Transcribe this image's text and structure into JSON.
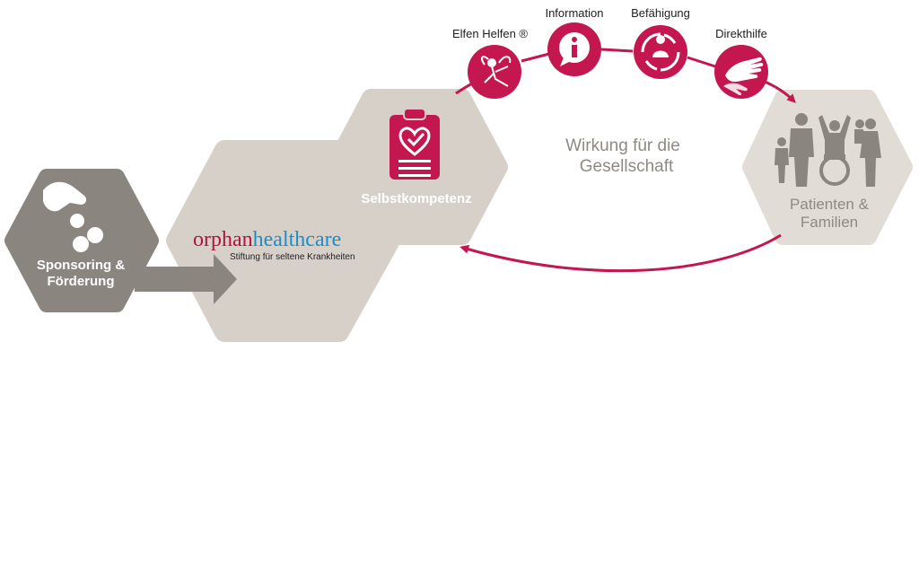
{
  "colors": {
    "accent": "#c4164f",
    "hex_dark": "#8b8580",
    "hex_light": "#d6d0c9",
    "arrow": "#8b8580",
    "logo_orphan": "#b3123f",
    "logo_health": "#1a8ec9",
    "text_gray": "#8e8983"
  },
  "nodes": {
    "sponsoring": {
      "line1": "Sponsoring &",
      "line2": "Förderung",
      "icon": "coins-hand-icon"
    },
    "orphan": {
      "logo_part1": "orphan",
      "logo_part2": "healthcare",
      "tagline": "Stiftung für seltene Krankheiten"
    },
    "selbst": {
      "label": "Selbstkompetenz",
      "icon": "clipboard-heart-icon"
    },
    "patienten": {
      "line1": "Patienten &",
      "line2": "Familien",
      "icon": "family-icon"
    }
  },
  "impact": {
    "line1": "Wirkung für die",
    "line2": "Gesellschaft"
  },
  "circles": [
    {
      "label": "Elfen Helfen ®",
      "icon": "elf-icon"
    },
    {
      "label": "Information",
      "icon": "info-icon"
    },
    {
      "label": "Befähigung",
      "icon": "empowerment-icon"
    },
    {
      "label": "Direkthilfe",
      "icon": "helping-hands-icon"
    }
  ]
}
